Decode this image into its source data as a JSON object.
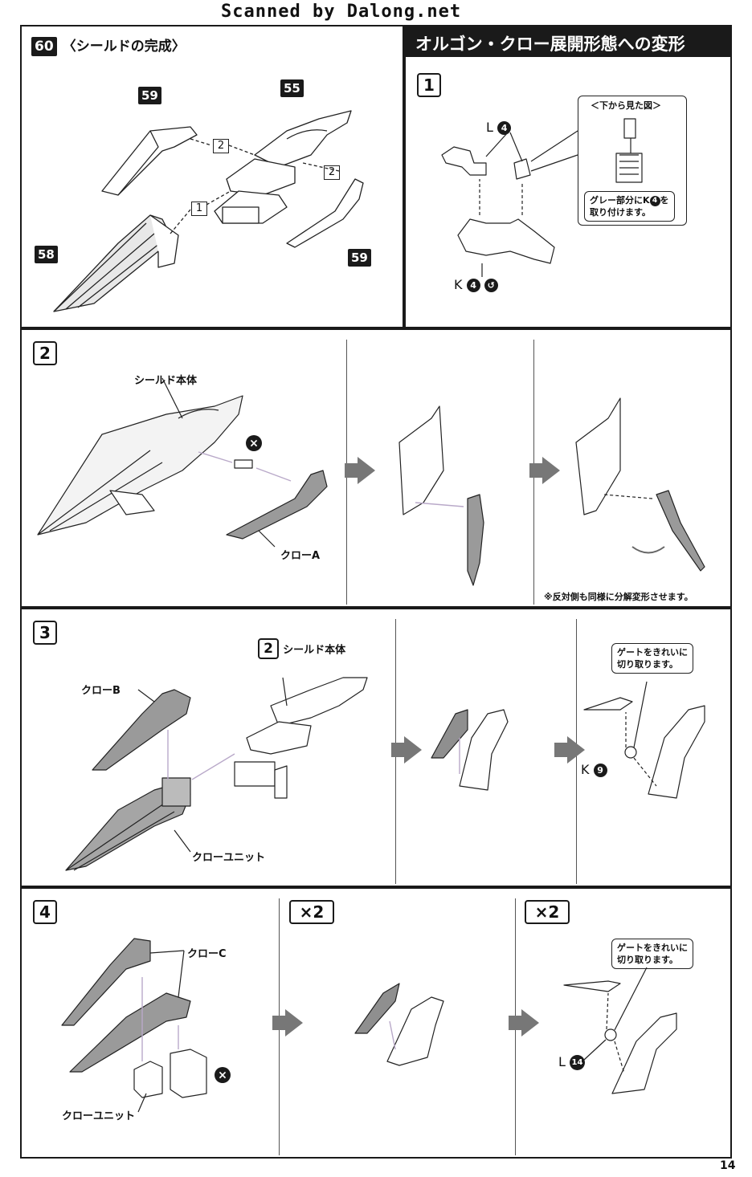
{
  "watermark": "Scanned by Dalong.net",
  "page_number": "14",
  "section60": {
    "number": "60",
    "title": "〈シールドの完成〉",
    "parts": [
      "59",
      "55",
      "58",
      "59"
    ],
    "order": [
      "2",
      "1",
      "2"
    ]
  },
  "transform": {
    "title": "オルゴン・クロー展開形態への変形"
  },
  "step1": {
    "number": "1",
    "label_L": "L",
    "num_L": "4",
    "label_K": "K",
    "num_K": "4",
    "view_title": "＜下から見た図＞",
    "note_line1": "グレー部分にK",
    "note_num": "4",
    "note_line1_tail": "を",
    "note_line2": "取り付けます。"
  },
  "step2": {
    "number": "2",
    "shield_body": "シールド本体",
    "claw_a": "クローA",
    "footnote": "※反対側も同様に分解変形させます。"
  },
  "step3": {
    "number": "3",
    "ref_number": "2",
    "shield_body": "シールド本体",
    "claw_b": "クローB",
    "claw_unit": "クローユニット",
    "gate_line1": "ゲートをきれいに",
    "gate_line2": "切り取ります。",
    "label_K": "K",
    "num_K": "9"
  },
  "step4": {
    "number": "4",
    "claw_c": "クローC",
    "claw_unit": "クローユニット",
    "repeat1": "×2",
    "repeat2": "×2",
    "gate_line1": "ゲートをきれいに",
    "gate_line2": "切り取ります。",
    "label_L": "L",
    "num_L": "14"
  }
}
